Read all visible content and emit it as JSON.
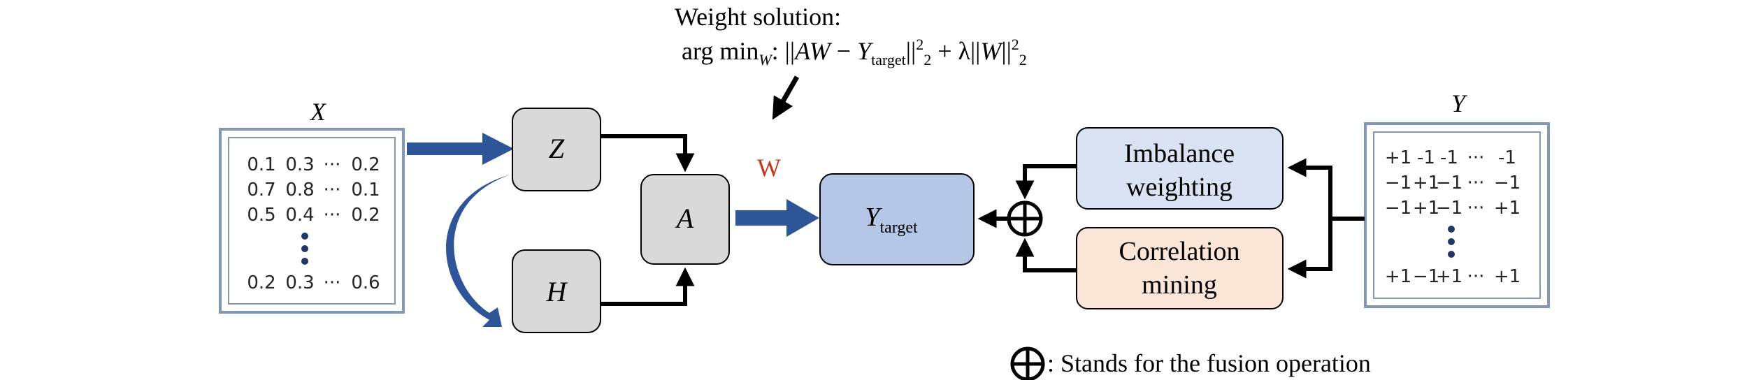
{
  "weight_solution": {
    "title": "Weight solution:",
    "formula_prefix": "arg min",
    "formula_sub": "W",
    "formula_colon": ": ||",
    "formula_AW": "AW",
    "formula_minus": " − ",
    "formula_Y": "Y",
    "formula_target_sub": "target",
    "formula_bars": "||",
    "formula_sq1": "2",
    "formula_sub2a": "2",
    "formula_plus": " + λ||",
    "formula_W": "W",
    "formula_bars2": "||",
    "formula_sq2": "2",
    "formula_sub2b": "2"
  },
  "x_matrix": {
    "label": "X",
    "rows": [
      [
        "0.1",
        "0.3",
        "···",
        "0.2"
      ],
      [
        "0.7",
        "0.8",
        "···",
        "0.1"
      ],
      [
        "0.5",
        "0.4",
        "···",
        "0.2"
      ],
      [
        "0.2",
        "0.3",
        "···",
        "0.6"
      ]
    ]
  },
  "y_matrix": {
    "label": "Y",
    "rows": [
      [
        "+1",
        "-1",
        "-1",
        "···",
        "-1"
      ],
      [
        "−1",
        "+1",
        "−1",
        "···",
        "−1"
      ],
      [
        "−1",
        "+1",
        "−1",
        "···",
        "+1"
      ],
      [
        "+1",
        "−1",
        "+1",
        "···",
        "+1"
      ]
    ]
  },
  "nodes": {
    "z": "Z",
    "h": "H",
    "a": "A",
    "w": "W",
    "y_target_main": "Y",
    "y_target_sub": "target",
    "imbalance_line1": "Imbalance",
    "imbalance_line2": "weighting",
    "correlation_line1": "Correlation",
    "correlation_line2": "mining"
  },
  "legend": {
    "text": ": Stands for the fusion operation"
  },
  "colors": {
    "blue_arrow": "#2e5597",
    "w_label": "#c0391b",
    "y_target_fill": "#b4c7e7",
    "imbalance_fill": "#dae3f3",
    "correlation_fill": "#fbe5d6",
    "gray_fill": "#d9d9d9",
    "matrix_border": "#8497b0"
  }
}
